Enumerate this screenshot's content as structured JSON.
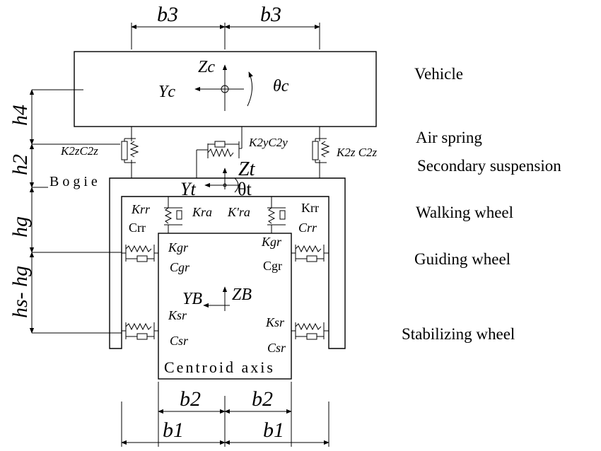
{
  "labels": {
    "vehicle": "Vehicle",
    "air_spring": "Air spring",
    "secondary_suspension": "Secondary suspension",
    "walking_wheel": "Walking wheel",
    "guiding_wheel": "Guiding wheel",
    "stabilizing_wheel": "Stabilizing wheel",
    "bogie": "Bogie",
    "centroid_axis": "Centroid axis"
  },
  "dimensions": {
    "b3_left": "b3",
    "b3_right": "b3",
    "b2_left": "b2",
    "b2_right": "b2",
    "b1_left": "b1",
    "b1_right": "b1",
    "h4": "h4",
    "h2": "h2",
    "hg": "hg",
    "hs_minus_hg": "hs- hg"
  },
  "vehicle_axes": {
    "zc": "Zc",
    "yc": "Yc",
    "theta_c": "θc"
  },
  "bogie_axes": {
    "zt": "Zt",
    "yt": "Yt",
    "theta_t": "θt"
  },
  "body_axes": {
    "zb": "ZB",
    "yb": "YB"
  },
  "spring_labels": {
    "k2z_c2z_left": "K2zC2z",
    "k2y_c2y": "K2yC2y",
    "k2z_c2z_right": "K2z C2z",
    "krr_left": "Krr",
    "crr_left": "Crr",
    "kra": "Kra",
    "kra_prime": "K'ra",
    "krr_right": "Krr",
    "crr_right": "Crr",
    "kgr_left": "Kgr",
    "cgr_left": "Cgr",
    "kgr_right": "Kgr",
    "cgr_right": "Cgr",
    "ksr_left": "Ksr",
    "csr_left": "Csr",
    "ksr_right": "Ksr",
    "csr_right": "Csr"
  }
}
